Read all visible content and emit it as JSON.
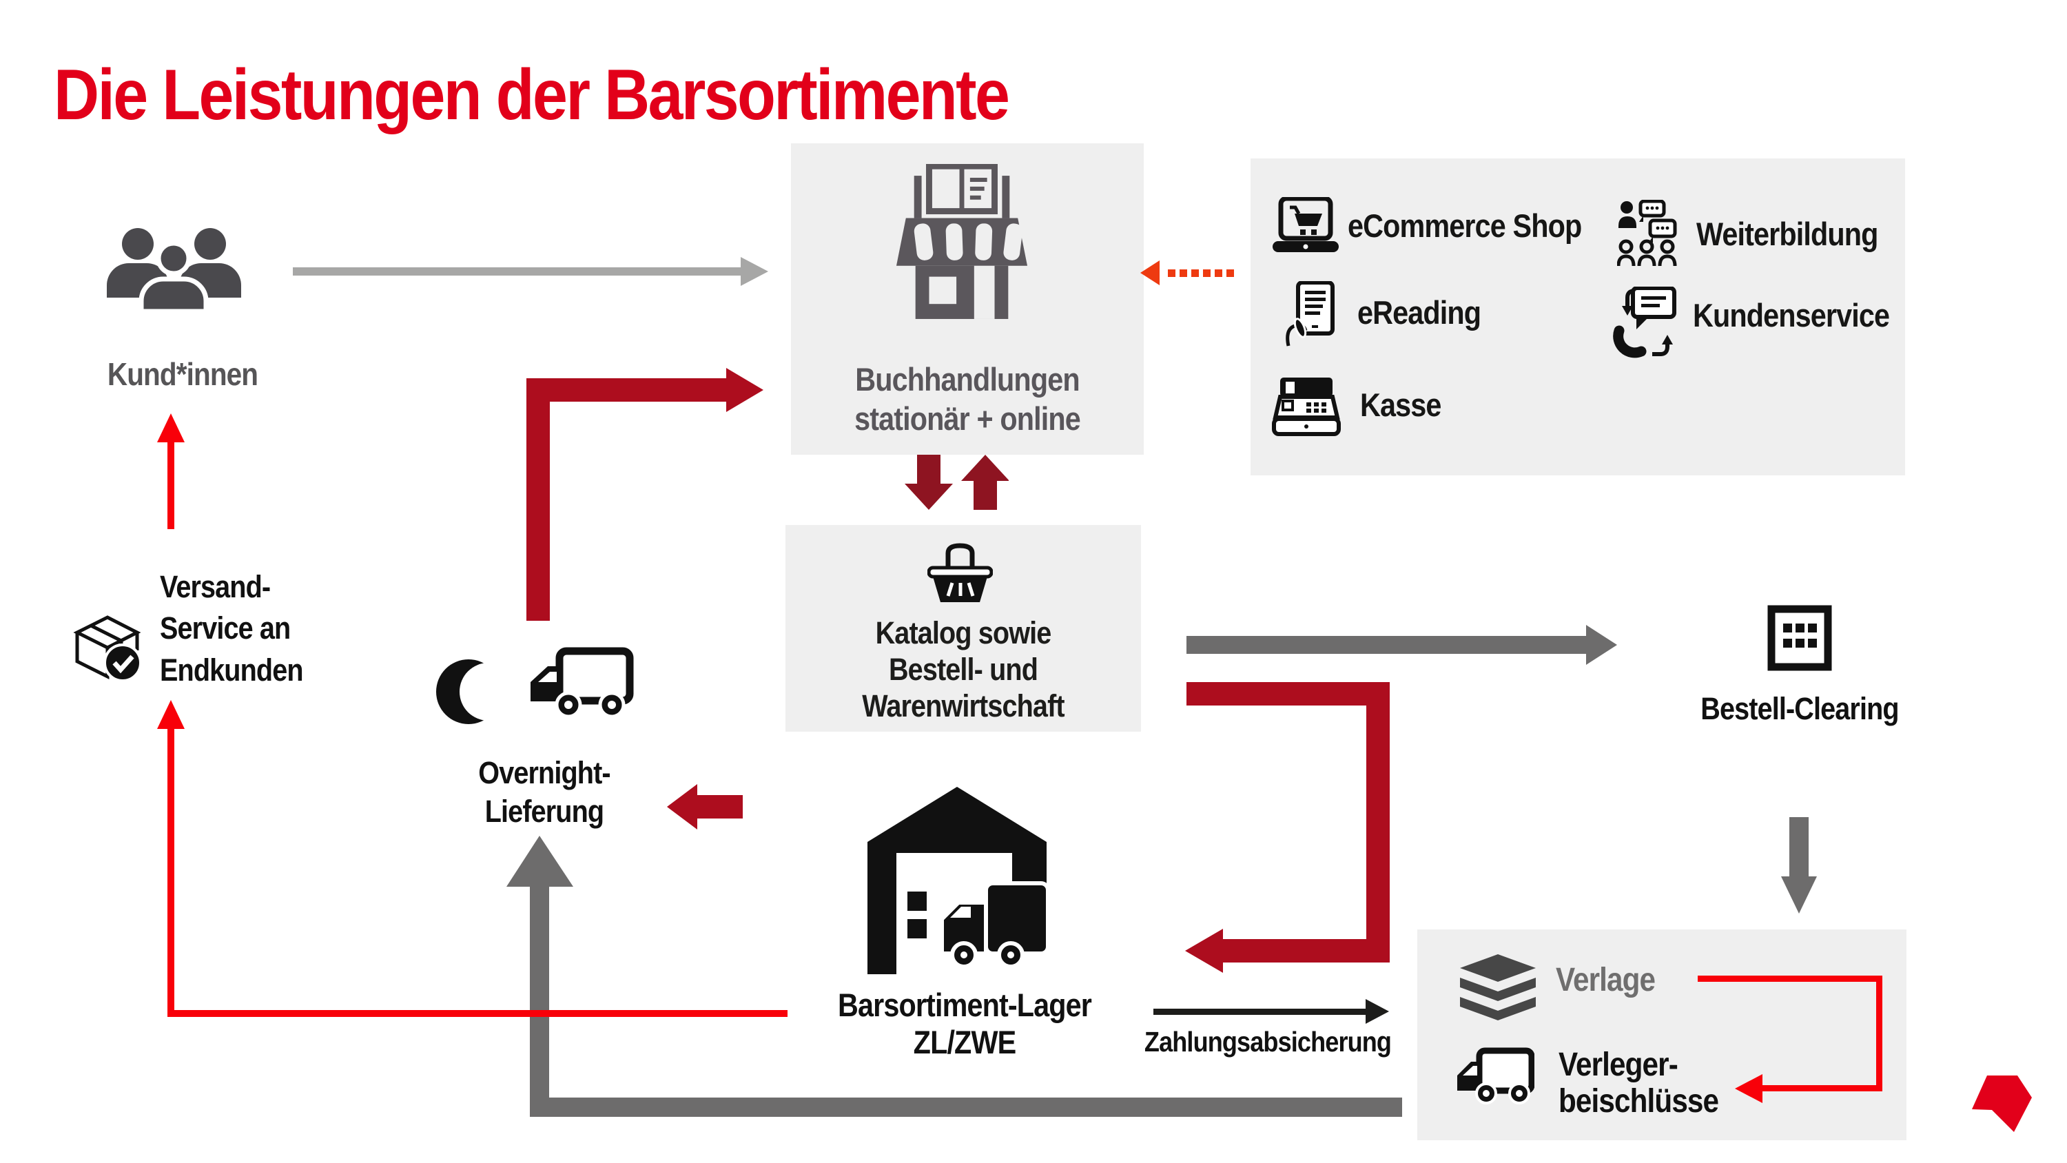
{
  "title": "Die Leistungen der Barsortimente",
  "colors": {
    "accent_red": "#e2001a",
    "bright_red": "#f80009",
    "crimson": "#ad0d1e",
    "maroon": "#8e1421",
    "orange_red": "#ee3a10",
    "dark_gray_arrow": "#6d6c6c",
    "light_gray_arrow": "#a7a7a6",
    "box_background": "#efefef",
    "icon_dark_gray": "#4a494d",
    "storefront_gray": "#5b575c",
    "text_black": "#1d1d1b"
  },
  "nodes": {
    "kunden": {
      "label": "Kund*innen",
      "icon": "people-group-icon"
    },
    "buchhandlungen": {
      "label_lines": [
        "Buchhandlungen",
        "stationär + online"
      ],
      "icon": "storefront-book-icon"
    },
    "services": {
      "items": [
        {
          "label": "eCommerce Shop",
          "icon": "laptop-cart-icon"
        },
        {
          "label": "Weiterbildung",
          "icon": "training-people-icon"
        },
        {
          "label": "eReading",
          "icon": "ereader-hand-icon"
        },
        {
          "label": "Kundenservice",
          "icon": "phone-chat-icon"
        },
        {
          "label": "Kasse",
          "icon": "cash-register-icon"
        }
      ]
    },
    "katalog": {
      "label_lines": [
        "Katalog sowie",
        "Bestell- und",
        "Warenwirtschaft"
      ],
      "icon": "shopping-basket-icon"
    },
    "bestell_clearing": {
      "label": "Bestell-Clearing",
      "icon": "clearing-grid-icon"
    },
    "overnight": {
      "label_lines": [
        "Overnight-",
        "Lieferung"
      ],
      "icons": [
        "moon-icon",
        "truck-icon"
      ]
    },
    "versand": {
      "label_lines": [
        "Versand-",
        "Service an",
        "Endkunden"
      ],
      "icon": "package-check-icon"
    },
    "lager": {
      "label_lines": [
        "Barsortiment-Lager",
        "ZL/ZWE"
      ],
      "icon": "warehouse-truck-icon"
    },
    "zahlung": {
      "label": "Zahlungsabsicherung"
    },
    "verlage_box": {
      "verlage": {
        "label": "Verlage",
        "icon": "book-stack-icon"
      },
      "beischluesse": {
        "label_lines": [
          "Verleger-",
          "beischlüsse"
        ],
        "icon": "delivery-truck-icon"
      }
    }
  }
}
